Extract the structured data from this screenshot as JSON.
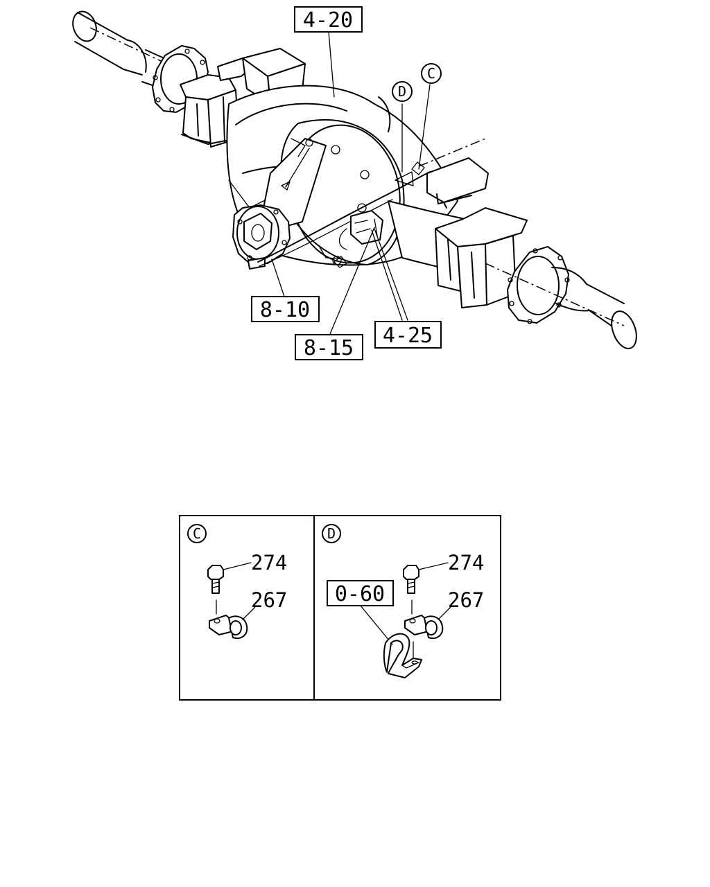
{
  "callouts": {
    "c420": "4-20",
    "c810": "8-10",
    "c815": "8-15",
    "c425": "4-25",
    "c060": "0-60"
  },
  "markers": {
    "c": "C",
    "d": "D"
  },
  "panel_c": {
    "marker": "C",
    "bolt": "274",
    "clamp": "267"
  },
  "panel_d": {
    "marker": "D",
    "bolt": "274",
    "clamp": "267"
  }
}
